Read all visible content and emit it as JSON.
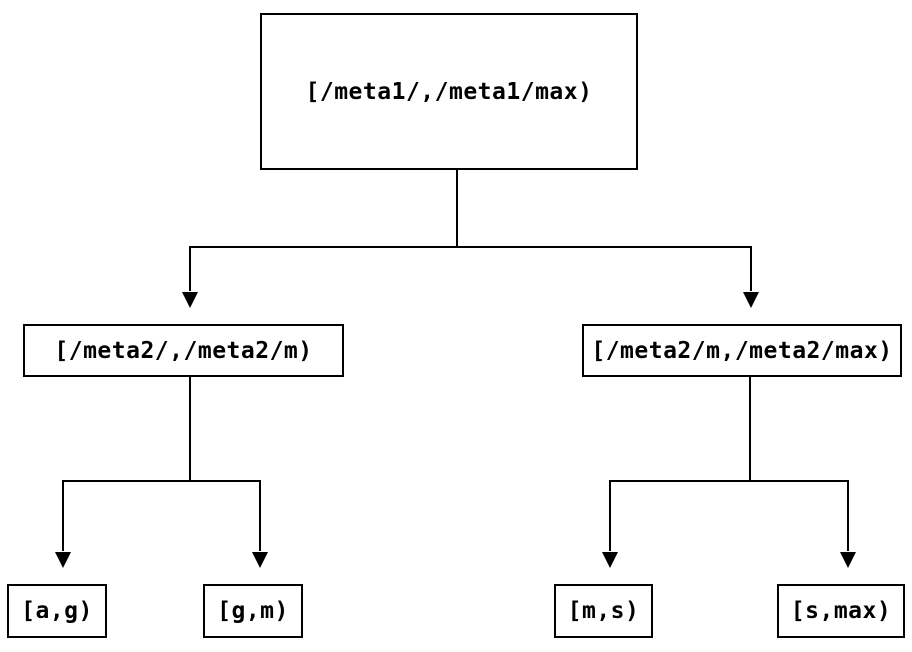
{
  "diagram": {
    "type": "tree",
    "colors": {
      "background": "#ffffff",
      "line": "#000000",
      "text": "#000000",
      "node_border": "#000000",
      "node_fill": "#ffffff"
    },
    "nodes": {
      "root": {
        "label": "[/meta1/,/meta1/max)"
      },
      "mid_left": {
        "label": "[/meta2/,/meta2/m)"
      },
      "mid_right": {
        "label": "[/meta2/m,/meta2/max)"
      },
      "leaf_ag": {
        "label": "[a,g)"
      },
      "leaf_gm": {
        "label": "[g,m)"
      },
      "leaf_ms": {
        "label": "[m,s)"
      },
      "leaf_smax": {
        "label": "[s,max)"
      }
    },
    "edges": [
      {
        "from": "root",
        "to": "mid_left"
      },
      {
        "from": "root",
        "to": "mid_right"
      },
      {
        "from": "mid_left",
        "to": "leaf_ag"
      },
      {
        "from": "mid_left",
        "to": "leaf_gm"
      },
      {
        "from": "mid_right",
        "to": "leaf_ms"
      },
      {
        "from": "mid_right",
        "to": "leaf_smax"
      }
    ]
  }
}
